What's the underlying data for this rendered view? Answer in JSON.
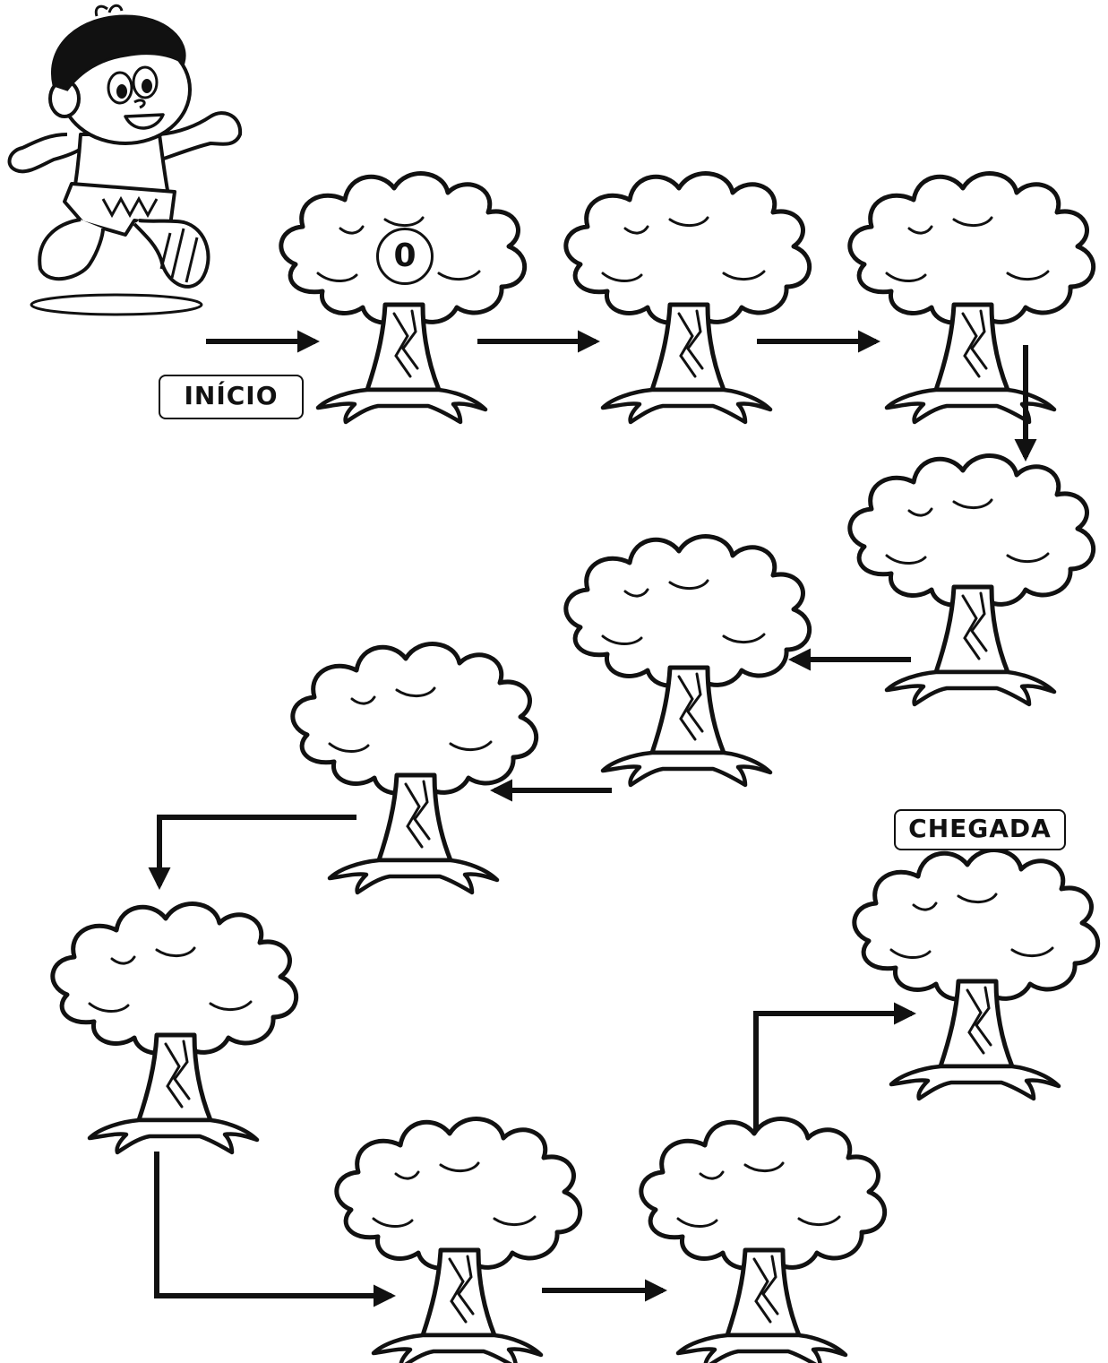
{
  "labels": {
    "start": "INÍCIO",
    "finish": "CHEGADA"
  },
  "trees": [
    {
      "number": "0"
    },
    {
      "number": ""
    },
    {
      "number": ""
    },
    {
      "number": ""
    },
    {
      "number": ""
    },
    {
      "number": ""
    },
    {
      "number": ""
    },
    {
      "number": ""
    },
    {
      "number": ""
    },
    {
      "number": ""
    }
  ],
  "colors": {
    "ink": "#111111",
    "paper": "#ffffff"
  },
  "icons": {
    "character": "child-character-icon",
    "tree": "tree-icon",
    "arrow": "path-arrow-icon"
  }
}
